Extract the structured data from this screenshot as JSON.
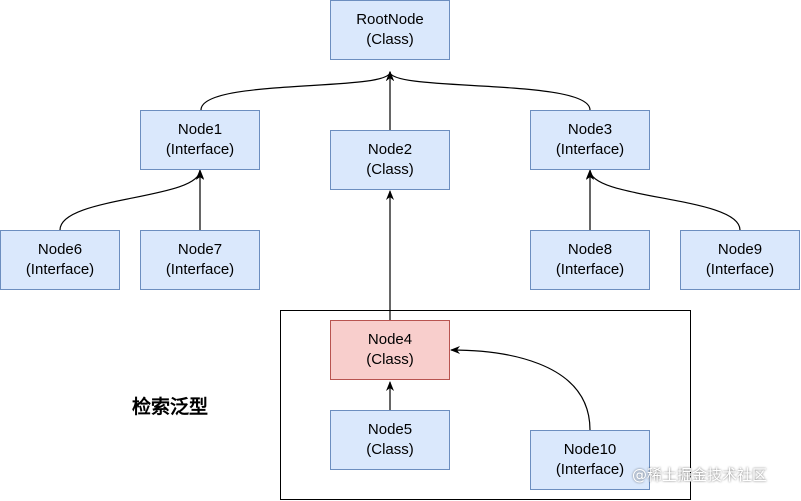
{
  "nodes": [
    {
      "id": "root",
      "name": "RootNode",
      "kind": "(Class)"
    },
    {
      "id": "node1",
      "name": "Node1",
      "kind": "(Interface)"
    },
    {
      "id": "node2",
      "name": "Node2",
      "kind": "(Class)"
    },
    {
      "id": "node3",
      "name": "Node3",
      "kind": "(Interface)"
    },
    {
      "id": "node6",
      "name": "Node6",
      "kind": "(Interface)"
    },
    {
      "id": "node7",
      "name": "Node7",
      "kind": "(Interface)"
    },
    {
      "id": "node8",
      "name": "Node8",
      "kind": "(Interface)"
    },
    {
      "id": "node9",
      "name": "Node9",
      "kind": "(Interface)"
    },
    {
      "id": "node4",
      "name": "Node4",
      "kind": "(Class)",
      "highlight": true
    },
    {
      "id": "node5",
      "name": "Node5",
      "kind": "(Class)"
    },
    {
      "id": "node10",
      "name": "Node10",
      "kind": "(Interface)"
    }
  ],
  "edges": [
    {
      "from": "node1",
      "to": "root"
    },
    {
      "from": "node2",
      "to": "root"
    },
    {
      "from": "node3",
      "to": "root"
    },
    {
      "from": "node6",
      "to": "node1"
    },
    {
      "from": "node7",
      "to": "node1"
    },
    {
      "from": "node8",
      "to": "node3"
    },
    {
      "from": "node9",
      "to": "node3"
    },
    {
      "from": "node4",
      "to": "node2"
    },
    {
      "from": "node5",
      "to": "node4"
    },
    {
      "from": "node10",
      "to": "node4"
    }
  ],
  "group_label": "检索泛型",
  "watermark": "@稀土掘金技术社区",
  "colors": {
    "node_fill": "#dae8fc",
    "node_stroke": "#6c8ebf",
    "highlight_fill": "#f8cecc",
    "highlight_stroke": "#b85450",
    "edge": "#000000"
  }
}
